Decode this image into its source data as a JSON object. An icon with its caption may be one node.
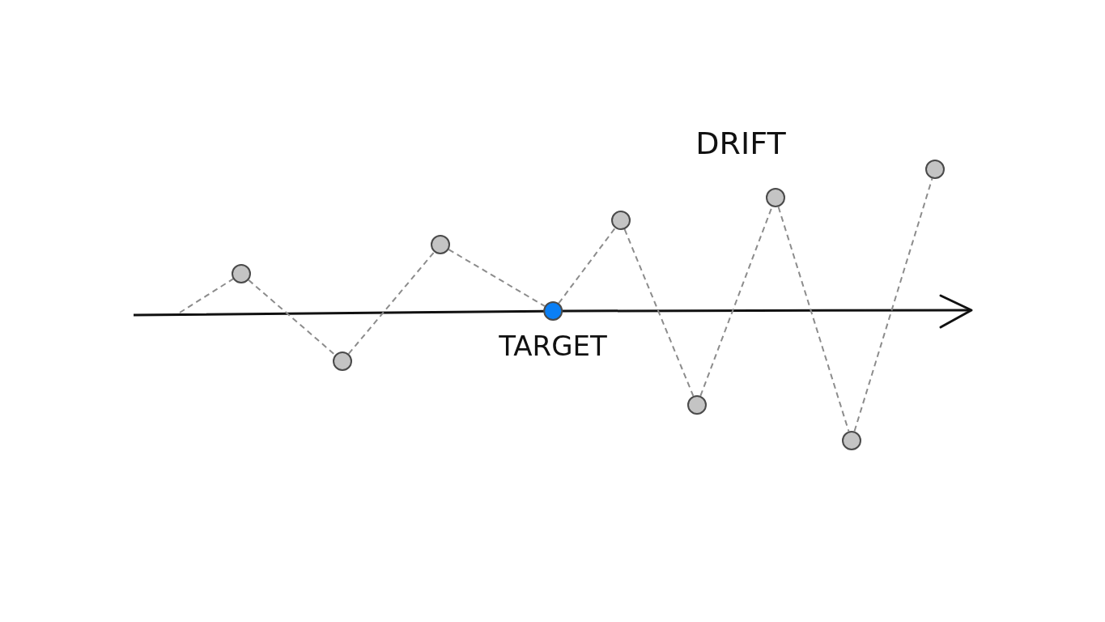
{
  "diagram": {
    "nodes": [
      {
        "text": [],
        "shape": "circle"
      },
      {
        "text": [],
        "shape": "circle"
      },
      {
        "text": [],
        "shape": "circle"
      },
      {
        "text": [],
        "shape": "circle",
        "beside": [
          "TARGET"
        ]
      },
      {
        "text": [],
        "shape": "circle"
      },
      {
        "text": [],
        "shape": "circle"
      },
      {
        "text": [],
        "shape": "circle"
      },
      {
        "text": [],
        "shape": "circle"
      },
      {
        "text": [],
        "shape": "circle"
      }
    ],
    "edges": [
      {
        "from": null,
        "to": 0,
        "arrow": "none",
        "style": "dashed"
      },
      {
        "from": 0,
        "to": 1,
        "arrow": "none",
        "style": "dashed"
      },
      {
        "from": 1,
        "to": 2,
        "arrow": "none",
        "style": "dashed"
      },
      {
        "from": 2,
        "to": 3,
        "arrow": "none",
        "style": "dashed"
      },
      {
        "from": 3,
        "to": 4,
        "arrow": "none",
        "style": "dashed"
      },
      {
        "from": 4,
        "to": 5,
        "arrow": "none",
        "style": "dashed"
      },
      {
        "from": 5,
        "to": 6,
        "arrow": "none",
        "style": "dashed"
      },
      {
        "from": 6,
        "to": 7,
        "arrow": "none",
        "style": "dashed"
      },
      {
        "from": 7,
        "to": 8,
        "arrow": "none",
        "style": "dashed"
      }
    ],
    "labels": [
      "DRIFT"
    ]
  }
}
